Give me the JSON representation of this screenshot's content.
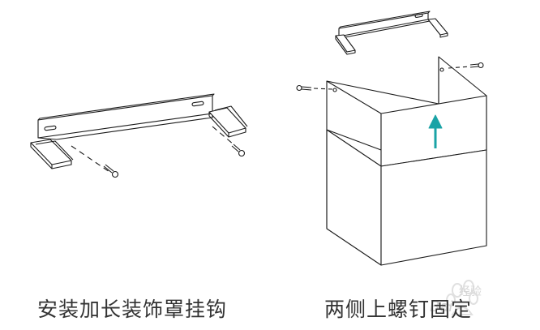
{
  "captions": {
    "left": "安装加长装饰罩挂钩",
    "right": "两侧上螺钉固定"
  },
  "watermark": {
    "brand": "Bai",
    "suffix": "经验"
  },
  "colors": {
    "line": "#1a1a1a",
    "arrow": "#1aa3a6",
    "caption": "#333333",
    "watermark": "#d0d0d0"
  }
}
